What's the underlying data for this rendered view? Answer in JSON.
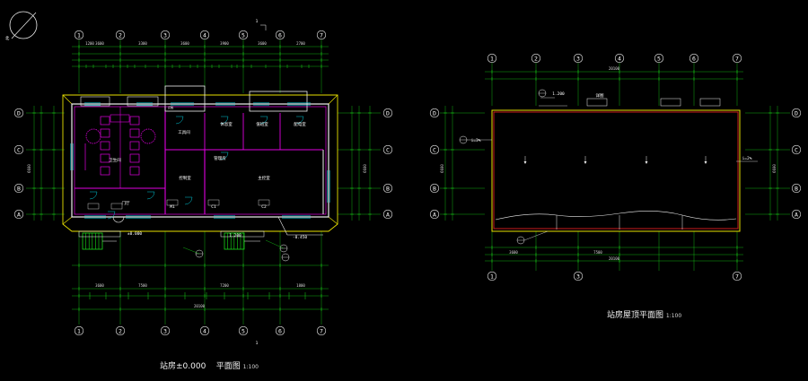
{
  "drawing": {
    "colors": {
      "background": "#000000",
      "axis_green": "#18d818",
      "wall_magenta": "#e000e0",
      "wall_white": "#f0f0f0",
      "roof_red": "#e02020",
      "roof_yellow": "#e8e000",
      "window_cyan": "#00c8d8",
      "text_white": "#ffffff"
    },
    "icons": [
      "north-arrow-icon",
      "stair-icon",
      "door-swing-icon",
      "axis-bubble-icon"
    ]
  },
  "plan": {
    "caption_main": "站房±0.000",
    "caption_sub": "平面图",
    "caption_scale": "1:100",
    "x_axes": [
      "1",
      "2",
      "3",
      "4",
      "5",
      "6",
      "7"
    ],
    "y_axes": [
      "D",
      "C",
      "B",
      "A"
    ],
    "rooms": [
      "卫生间",
      "工具间",
      "休息室",
      "值班室",
      "配电室",
      "控制室",
      "主控室",
      "门厅",
      "管理房"
    ],
    "tags": [
      "1.200",
      "±0.000",
      "-0.450",
      "M1",
      "C1",
      "C2",
      "FM"
    ],
    "dims_top": [
      "1200",
      "3600",
      "3300",
      "3600",
      "3900",
      "3600",
      "2700"
    ],
    "dims_bottom": [
      "20100",
      "3600",
      "7500",
      "7200",
      "1800"
    ]
  },
  "roof": {
    "caption_main": "站房屋顶平面图",
    "caption_scale": "1:100",
    "x_axes": [
      "1",
      "2",
      "3",
      "4",
      "5",
      "6",
      "7"
    ],
    "y_axes": [
      "D",
      "C",
      "B",
      "A"
    ],
    "tags": [
      "i=3%",
      "i=2%",
      "1.200",
      "详图"
    ],
    "dims_top": [
      "20100"
    ],
    "dims_bottom": [
      "20100",
      "3600",
      "7500"
    ]
  }
}
